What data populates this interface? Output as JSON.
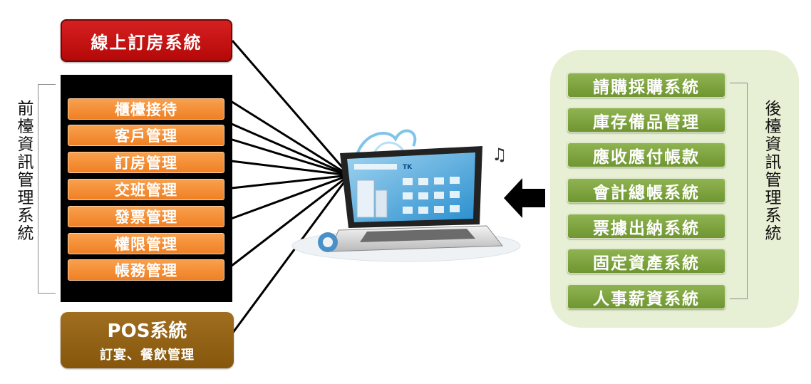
{
  "online_booking": {
    "label": "線上訂房系統"
  },
  "front_office": {
    "title": "前檯資訊管理系統",
    "items": [
      "櫃檯接待",
      "客戶管理",
      "訂房管理",
      "交班管理",
      "發票管理",
      "權限管理",
      "帳務管理"
    ]
  },
  "pos": {
    "title": "POS系統",
    "subtitle": "訂宴、餐飲管理"
  },
  "back_office": {
    "title": "後檯資訊管理系統",
    "items": [
      "請購採購系統",
      "庫存備品管理",
      "應收應付帳款",
      "會計總帳系統",
      "票據出納系統",
      "固定資產系統",
      "人事薪資系統"
    ]
  },
  "laptop_screen": {
    "banner": "TK"
  },
  "colors": {
    "online_red": "#c81212",
    "front_orange": "#f28a2e",
    "pos_brown": "#8f5f12",
    "back_green": "#7ba23a",
    "back_panel": "#e7efd4"
  }
}
